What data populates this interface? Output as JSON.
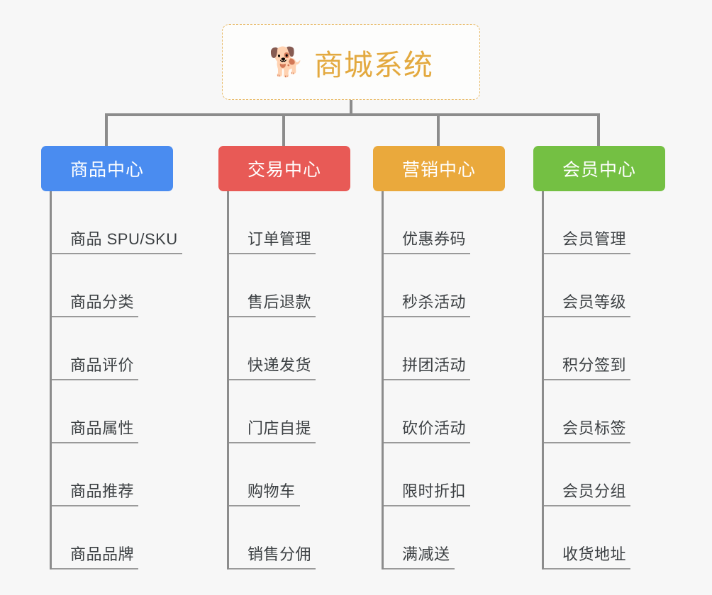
{
  "root": {
    "icon": "shiba-dog-face-emoji",
    "emoji": "🐕",
    "title": "商城系统"
  },
  "colors": {
    "root_border": "#e8bb6a",
    "root_text": "#e3a93f",
    "connector": "#8c8c8c",
    "leaf_text": "#3c4043",
    "leaf_underline": "#9a9a9a",
    "background": "#f7f7f7"
  },
  "columns": [
    {
      "header": "商品中心",
      "color": "#4a8cf0",
      "items": [
        "商品 SPU/SKU",
        "商品分类",
        "商品评价",
        "商品属性",
        "商品推荐",
        "商品品牌"
      ]
    },
    {
      "header": "交易中心",
      "color": "#e85a56",
      "items": [
        "订单管理",
        "售后退款",
        "快递发货",
        "门店自提",
        "购物车",
        "销售分佣"
      ]
    },
    {
      "header": "营销中心",
      "color": "#eaa93c",
      "items": [
        "优惠券码",
        "秒杀活动",
        "拼团活动",
        "砍价活动",
        "限时折扣",
        "满减送"
      ]
    },
    {
      "header": "会员中心",
      "color": "#74c043",
      "items": [
        "会员管理",
        "会员等级",
        "积分签到",
        "会员标签",
        "会员分组",
        "收货地址"
      ]
    }
  ]
}
